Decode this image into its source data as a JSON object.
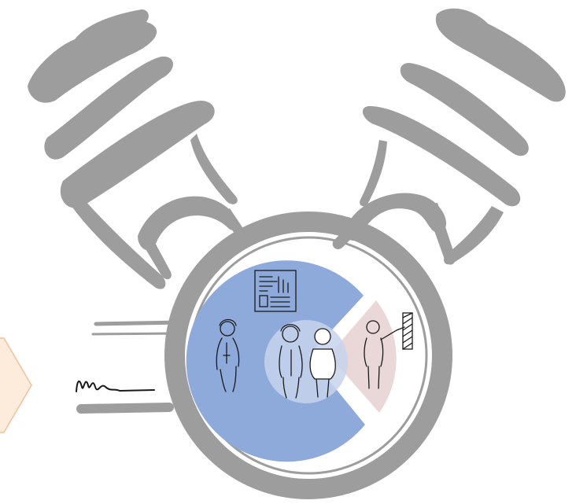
{
  "colors": {
    "background": "#ffffff",
    "engine_gray": "#9d9d9d",
    "engine_gray_dark": "#8c8c8c",
    "segment_blue": "#8eaadb",
    "segment_pink": "#ead7d7",
    "hub": "#c7d3ec",
    "arrow_fill": "#fdebdc",
    "arrow_stroke": "#f2c199",
    "sketch_ink": "#1a1a1a"
  },
  "icons": {
    "engine": "v-engine-outline",
    "segment_large": "blue-pie-segment",
    "segment_small": "pink-pie-segment",
    "hub": "center-hub-circle",
    "document": "document-sketch-icon",
    "figure_left": "person-with-cap-sketch",
    "figure_center_left": "person-with-cap-sketch",
    "figure_center_right": "person-sketch",
    "figure_presenter": "person-presenting-sketch",
    "board": "hatched-board-sketch",
    "signature": "signature-scribble",
    "arrow": "chevron-arrow-shape"
  }
}
